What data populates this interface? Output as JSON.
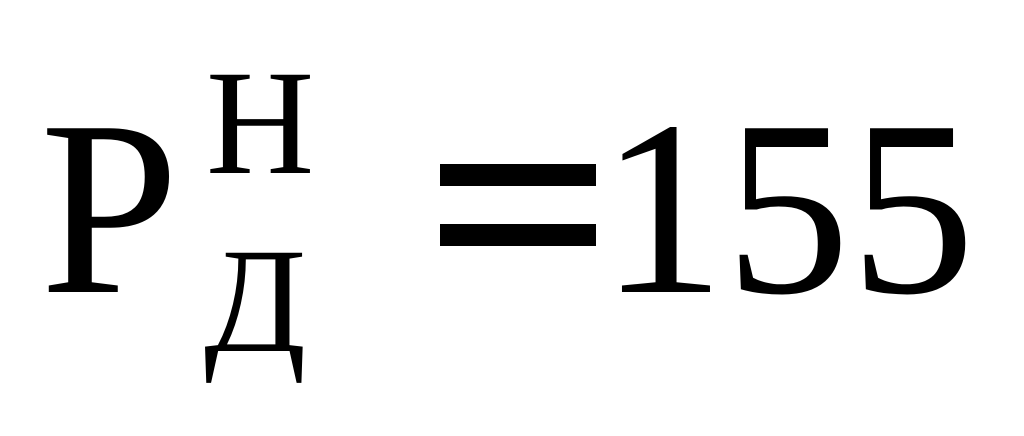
{
  "formula": {
    "base": "P",
    "superscript": "Н",
    "subscript": "Д",
    "operator": "=",
    "value": "155"
  },
  "colors": {
    "background": "#ffffff",
    "text": "#000000"
  }
}
